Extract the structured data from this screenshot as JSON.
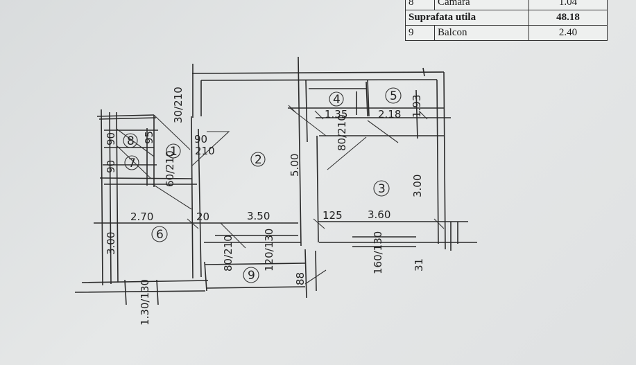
{
  "table": {
    "rows": [
      {
        "num": "8",
        "name": "Camara",
        "value": "1.04"
      },
      {
        "num": "",
        "name": "Suprafata utila",
        "value": "48.18"
      },
      {
        "num": "9",
        "name": "Balcon",
        "value": "2.40"
      }
    ]
  },
  "plan": {
    "rooms": {
      "r1": "1",
      "r2": "2",
      "r3": "3",
      "r4": "4",
      "r5": "5",
      "r6": "6",
      "r7": "7",
      "r8": "8",
      "r9": "9"
    },
    "dims": {
      "d_270": "2.70",
      "d_20": "20",
      "d_350": "3.50",
      "d_125": "125",
      "d_360": "3.60",
      "d_300_left": "3.00",
      "d_500": "5.00",
      "d_300_right": "3.00",
      "d_135": "1.35",
      "d_218": "2.18",
      "d_193": "1.93",
      "d_30_210": "30/210",
      "d_90a": "90",
      "d_90b": "90",
      "d_95": "95",
      "d_90c": "90",
      "d_210a": "210",
      "d_60_210": "60/210",
      "d_80_210": "80/210",
      "d_80_210b": "80/210",
      "d_120_130": "120/130",
      "d_160_130": "160/130",
      "d_31": "31",
      "d_88": "88",
      "d_130_130": "1.30/130"
    }
  }
}
